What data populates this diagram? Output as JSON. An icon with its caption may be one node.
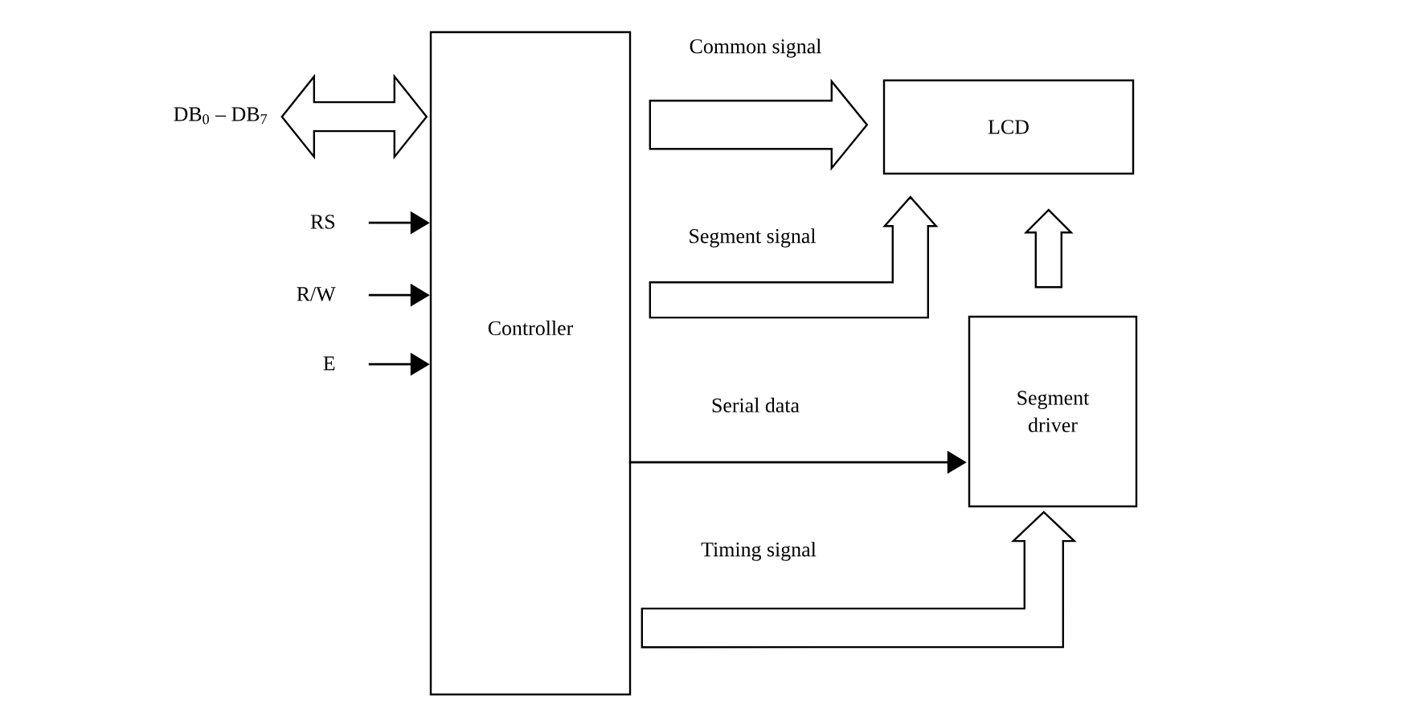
{
  "diagram": {
    "nodes": [
      {
        "text": [
          "Controller"
        ]
      },
      {
        "text": [
          "LCD"
        ]
      },
      {
        "text": [
          "Segment driver"
        ]
      }
    ],
    "edges": [
      {
        "from": null,
        "to": 0,
        "arrow": "both",
        "style": "thick",
        "label": "DB$_{0}$ – DB$_{7}$"
      },
      {
        "from": null,
        "to": 0,
        "arrow": "to",
        "label": "RS"
      },
      {
        "from": null,
        "to": 0,
        "arrow": "to",
        "label": "R/W"
      },
      {
        "from": null,
        "to": 0,
        "arrow": "to",
        "label": "E"
      },
      {
        "from": 0,
        "to": 1,
        "arrow": "to",
        "style": "thick",
        "label": "Common signal"
      },
      {
        "from": 0,
        "to": 1,
        "arrow": "to",
        "style": "thick",
        "label": "Segment signal"
      },
      {
        "from": 0,
        "to": 2,
        "arrow": "to",
        "label": "Serial data"
      },
      {
        "from": 0,
        "to": 2,
        "arrow": "to",
        "style": "thick",
        "label": "Timing signal"
      },
      {
        "from": 2,
        "to": 1,
        "arrow": "to",
        "style": "thick"
      }
    ]
  }
}
